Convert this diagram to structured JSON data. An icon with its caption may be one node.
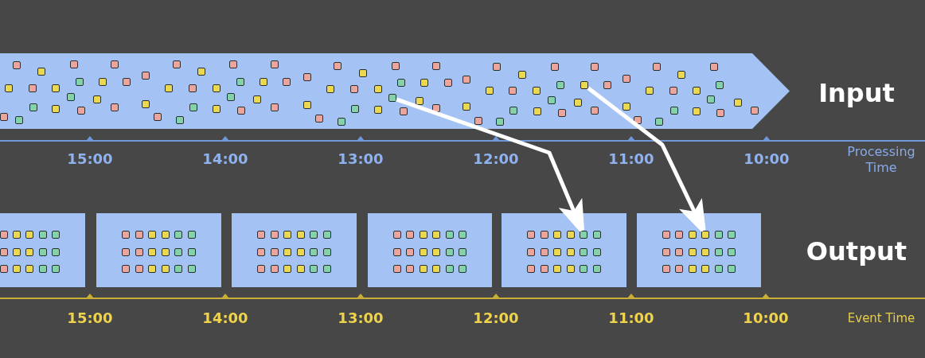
{
  "diagram": {
    "nodes": [
      {
        "text": [],
        "shape": "band"
      },
      {
        "text": [],
        "shape": "square",
        "in": 0
      },
      {
        "text": [],
        "shape": "square",
        "in": 0
      },
      {
        "text": [],
        "shape": "box"
      },
      {
        "text": [],
        "shape": "box"
      },
      {
        "text": [],
        "shape": "box"
      },
      {
        "text": [],
        "shape": "box"
      },
      {
        "text": [],
        "shape": "box"
      },
      {
        "text": [],
        "shape": "box"
      },
      {
        "text": [],
        "shape": "square",
        "in": 7
      },
      {
        "text": [],
        "shape": "square",
        "in": 8
      }
    ],
    "edges": [
      {
        "from": 1,
        "to": 9,
        "arrow": "to"
      },
      {
        "from": 2,
        "to": 10,
        "arrow": "to"
      }
    ],
    "labels": [
      "Input",
      "15:00",
      "14:00",
      "13:00",
      "12:00",
      "11:00",
      "10:00",
      "Processing Time",
      "Output",
      "15:00",
      "14:00",
      "13:00",
      "12:00",
      "11:00",
      "10:00",
      "Event Time"
    ]
  }
}
